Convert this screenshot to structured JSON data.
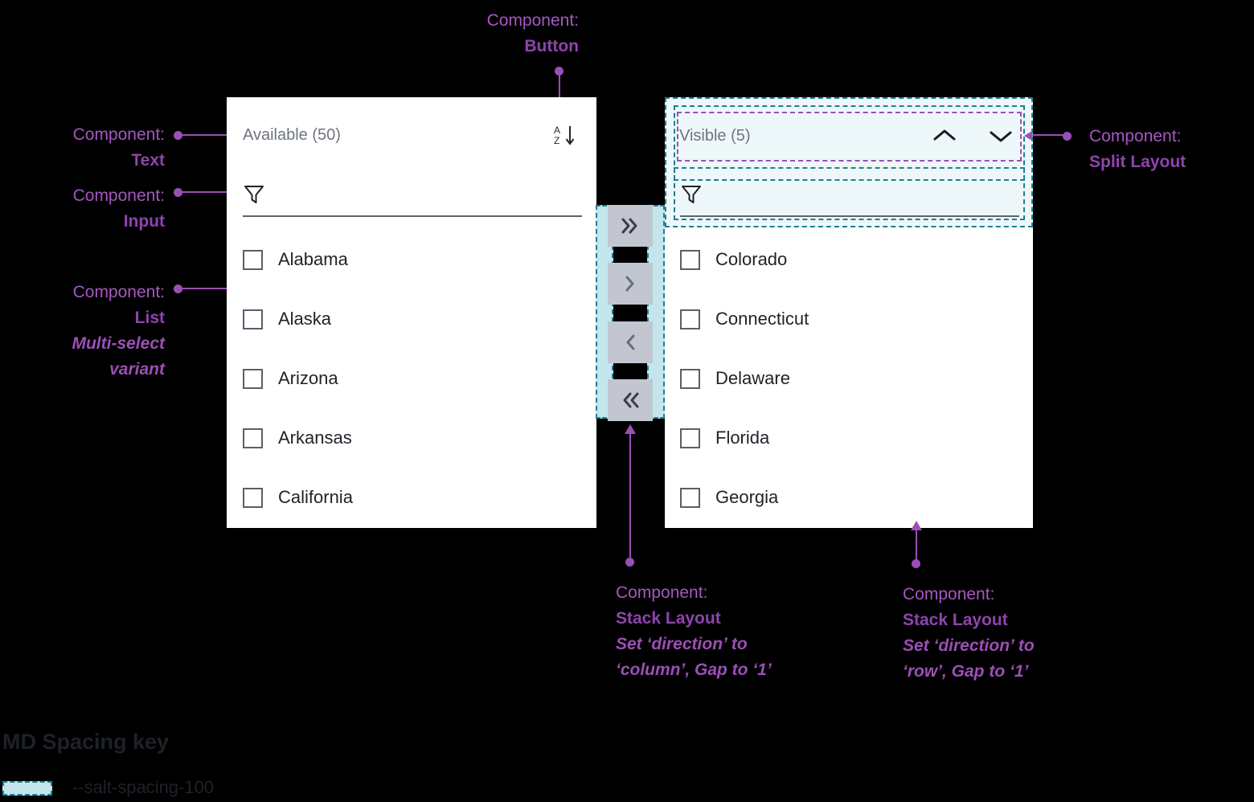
{
  "annotations": {
    "button": {
      "lead": "Component:",
      "name": "Button"
    },
    "text": {
      "lead": "Component:",
      "name": "Text"
    },
    "input": {
      "lead": "Component:",
      "name": "Input"
    },
    "list": {
      "lead": "Component:",
      "name": "List",
      "note1": "Multi-select",
      "note2": "variant"
    },
    "split_layout": {
      "lead": "Component:",
      "name": "Split Layout"
    },
    "stack_column": {
      "lead": "Component:",
      "name": "Stack Layout",
      "note1": "Set ‘direction’ to",
      "note2": "‘column’, Gap to ‘1’"
    },
    "stack_row": {
      "lead": "Component:",
      "name": "Stack Layout",
      "note1": "Set ‘direction’ to",
      "note2": "‘row’, Gap to ‘1’"
    }
  },
  "available_panel": {
    "title": "Available (50)",
    "sort_icon": "sort-az-descending-icon",
    "filter_icon": "filter-funnel-icon",
    "filter_value": "",
    "filter_placeholder": "",
    "items": [
      {
        "label": "Alabama",
        "checked": false
      },
      {
        "label": "Alaska",
        "checked": false
      },
      {
        "label": "Arizona",
        "checked": false
      },
      {
        "label": "Arkansas",
        "checked": false
      },
      {
        "label": "California",
        "checked": false
      }
    ]
  },
  "visible_panel": {
    "title": "Visible (5)",
    "move_up_icon": "chevron-up-icon",
    "move_down_icon": "chevron-down-icon",
    "filter_icon": "filter-funnel-icon",
    "filter_value": "",
    "filter_placeholder": "",
    "items": [
      {
        "label": "Colorado",
        "checked": false
      },
      {
        "label": "Connecticut",
        "checked": false
      },
      {
        "label": "Delaware",
        "checked": false
      },
      {
        "label": "Florida",
        "checked": false
      },
      {
        "label": "Georgia",
        "checked": false
      }
    ]
  },
  "transfer_buttons": [
    {
      "name": "move-all-right-button",
      "icon": "double-chevron-right-icon"
    },
    {
      "name": "move-right-button",
      "icon": "chevron-right-icon"
    },
    {
      "name": "move-left-button",
      "icon": "chevron-left-icon"
    },
    {
      "name": "move-all-left-button",
      "icon": "double-chevron-left-icon"
    }
  ],
  "spacing_key": {
    "title": "MD Spacing key",
    "token": "--salt-spacing-100"
  },
  "colors": {
    "accent_purple": "#9B4FB5",
    "accent_purple_light": "#A557C0",
    "spacing_teal": "#1F7F93",
    "spacing_teal_fill": "#C2E6EC",
    "panel_bg": "#FFFFFF",
    "page_bg": "#000000",
    "button_bg": "#C2C6D1",
    "title_gray": "#6E7480"
  }
}
